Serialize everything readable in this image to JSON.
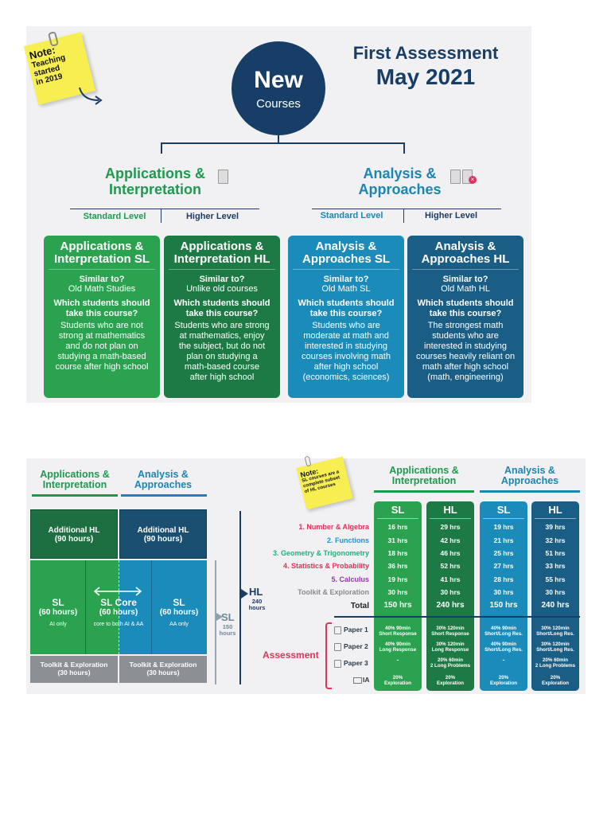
{
  "top": {
    "note": {
      "title": "Note:",
      "body": [
        "Teaching",
        "started",
        "in 2019"
      ]
    },
    "center": {
      "big": "New",
      "small": "Courses"
    },
    "headline": {
      "line1": "First Assessment",
      "line2": "May 2021"
    },
    "branches": [
      {
        "title": [
          "Applications &",
          "Interpretation"
        ],
        "color": "#1c9a4d",
        "levels": [
          "Standard Level",
          "Higher Level"
        ]
      },
      {
        "title": [
          "Analysis &",
          "Approaches"
        ],
        "color": "#1a86b3",
        "levels": [
          "Standard Level",
          "Higher Level"
        ]
      }
    ],
    "cards": [
      {
        "title": [
          "Applications &",
          "Interpretation SL"
        ],
        "q1": "Similar to?",
        "a1": "Old Math Studies",
        "q2": [
          "Which students should",
          "take this course?"
        ],
        "a2": [
          "Students who are not",
          "strong at mathematics",
          "and do not plan on",
          "studying a math-based",
          "course after high school"
        ],
        "color": "#2aa24f"
      },
      {
        "title": [
          "Applications &",
          "Interpretation HL"
        ],
        "q1": "Similar to?",
        "a1": "Unlike old courses",
        "q2": [
          "Which students should",
          "take this course?"
        ],
        "a2": [
          "Students who are strong",
          "at mathematics, enjoy",
          "the subject, but do not",
          "plan on studying a",
          "math-based course",
          "after high school"
        ],
        "color": "#1d7a44"
      },
      {
        "title": [
          "Analysis &",
          "Approaches SL"
        ],
        "q1": "Similar to?",
        "a1": "Old Math SL",
        "q2": [
          "Which students should",
          "take this course?"
        ],
        "a2": [
          "Students who are",
          "moderate at math and",
          "interested in studying",
          "courses involving math",
          "after high school",
          "(economics, sciences)"
        ],
        "color": "#1b8cba"
      },
      {
        "title": [
          "Analysis &",
          "Approaches HL"
        ],
        "q1": "Similar to?",
        "a1": "Old Math HL",
        "q2": [
          "Which students should",
          "take this course?"
        ],
        "a2": [
          "The strongest math",
          "students who are",
          "interested in studying",
          "courses heavily reliant on",
          "math after high school",
          "(math, engineering)"
        ],
        "color": "#1b5e85"
      }
    ]
  },
  "bottom": {
    "left_headers": [
      [
        "Applications &",
        "Interpretation"
      ],
      [
        "Analysis &",
        "Approaches"
      ]
    ],
    "additional_hl": {
      "label": "Additional HL",
      "hours": "(90 hours)"
    },
    "sl_ai": {
      "label": "SL",
      "hours": "(60 hours)",
      "note": "AI only"
    },
    "sl_core": {
      "label": "SL Core",
      "hours": "(60 hours)",
      "note": "core to both AI & AA"
    },
    "sl_aa": {
      "label": "SL",
      "hours": "(60 hours)",
      "note": "AA only"
    },
    "toolkit": {
      "label": "Toolkit & Exploration",
      "hours": "(30 hours)"
    },
    "sl_total": {
      "label": "SL",
      "hours": [
        "150",
        "hours"
      ]
    },
    "hl_total": {
      "label": "HL",
      "hours": [
        "240",
        "hours"
      ]
    },
    "note": {
      "title": "Note:",
      "body": [
        "SL courses are a",
        "complete subset",
        "of HL courses"
      ]
    },
    "right_headers": [
      [
        "Applications &",
        "Interpretation"
      ],
      [
        "Analysis &",
        "Approaches"
      ]
    ],
    "columns": [
      "SL",
      "HL",
      "SL",
      "HL"
    ],
    "topics": [
      {
        "name": "1. Number & Algebra",
        "color": "#e2315c",
        "values": [
          "16 hrs",
          "29 hrs",
          "19 hrs",
          "39 hrs"
        ]
      },
      {
        "name": "2. Functions",
        "color": "#1c95c9",
        "values": [
          "31 hrs",
          "42 hrs",
          "21 hrs",
          "32 hrs"
        ]
      },
      {
        "name": "3. Geometry & Trigonometry",
        "color": "#22b07d",
        "values": [
          "18 hrs",
          "46 hrs",
          "25 hrs",
          "51 hrs"
        ]
      },
      {
        "name": "4. Statistics & Probability",
        "color": "#e2315c",
        "values": [
          "36 hrs",
          "52 hrs",
          "27 hrs",
          "33 hrs"
        ]
      },
      {
        "name": "5. Calculus",
        "color": "#9a33b0",
        "values": [
          "19 hrs",
          "41 hrs",
          "28 hrs",
          "55 hrs"
        ]
      },
      {
        "name": "Toolkit & Exploration",
        "color": "#8a8a8a",
        "values": [
          "30 hrs",
          "30 hrs",
          "30 hrs",
          "30 hrs"
        ]
      },
      {
        "name": "Total",
        "color": "#222222",
        "values": [
          "150 hrs",
          "240 hrs",
          "150 hrs",
          "240 hrs"
        ]
      }
    ],
    "assessment_label": "Assessment",
    "papers": [
      {
        "name": "Paper 1",
        "values": [
          [
            "40% 90min",
            "Short Response"
          ],
          [
            "30% 120min",
            "Short Response"
          ],
          [
            "40% 90min",
            "Short/Long Res."
          ],
          [
            "30% 120min",
            "Short/Long Res."
          ]
        ]
      },
      {
        "name": "Paper 2",
        "values": [
          [
            "40% 90min",
            "Long Response"
          ],
          [
            "30% 120min",
            "Long Response"
          ],
          [
            "40% 90min",
            "Short/Long Res."
          ],
          [
            "30% 120min",
            "Short/Long Res."
          ]
        ]
      },
      {
        "name": "Paper 3",
        "values": [
          [
            "-",
            ""
          ],
          [
            "20% 60min",
            "2 Long Problems"
          ],
          [
            "-",
            ""
          ],
          [
            "20% 60min",
            "2 Long Problems"
          ]
        ]
      },
      {
        "name": "IA",
        "values": [
          [
            "20%",
            "Exploration"
          ],
          [
            "20%",
            "Exploration"
          ],
          [
            "20%",
            "Exploration"
          ],
          [
            "20%",
            "Exploration"
          ]
        ]
      }
    ]
  }
}
